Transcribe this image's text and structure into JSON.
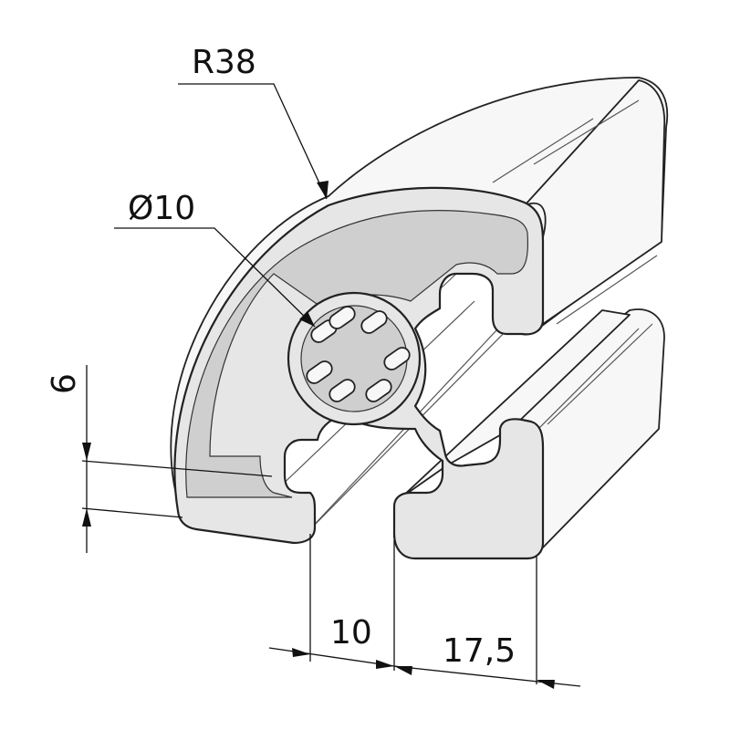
{
  "dimensions": {
    "radius_label": "R38",
    "diameter_label": "Ø10",
    "height_label": "6",
    "slot_width_label": "10",
    "offset_label": "17,5"
  }
}
